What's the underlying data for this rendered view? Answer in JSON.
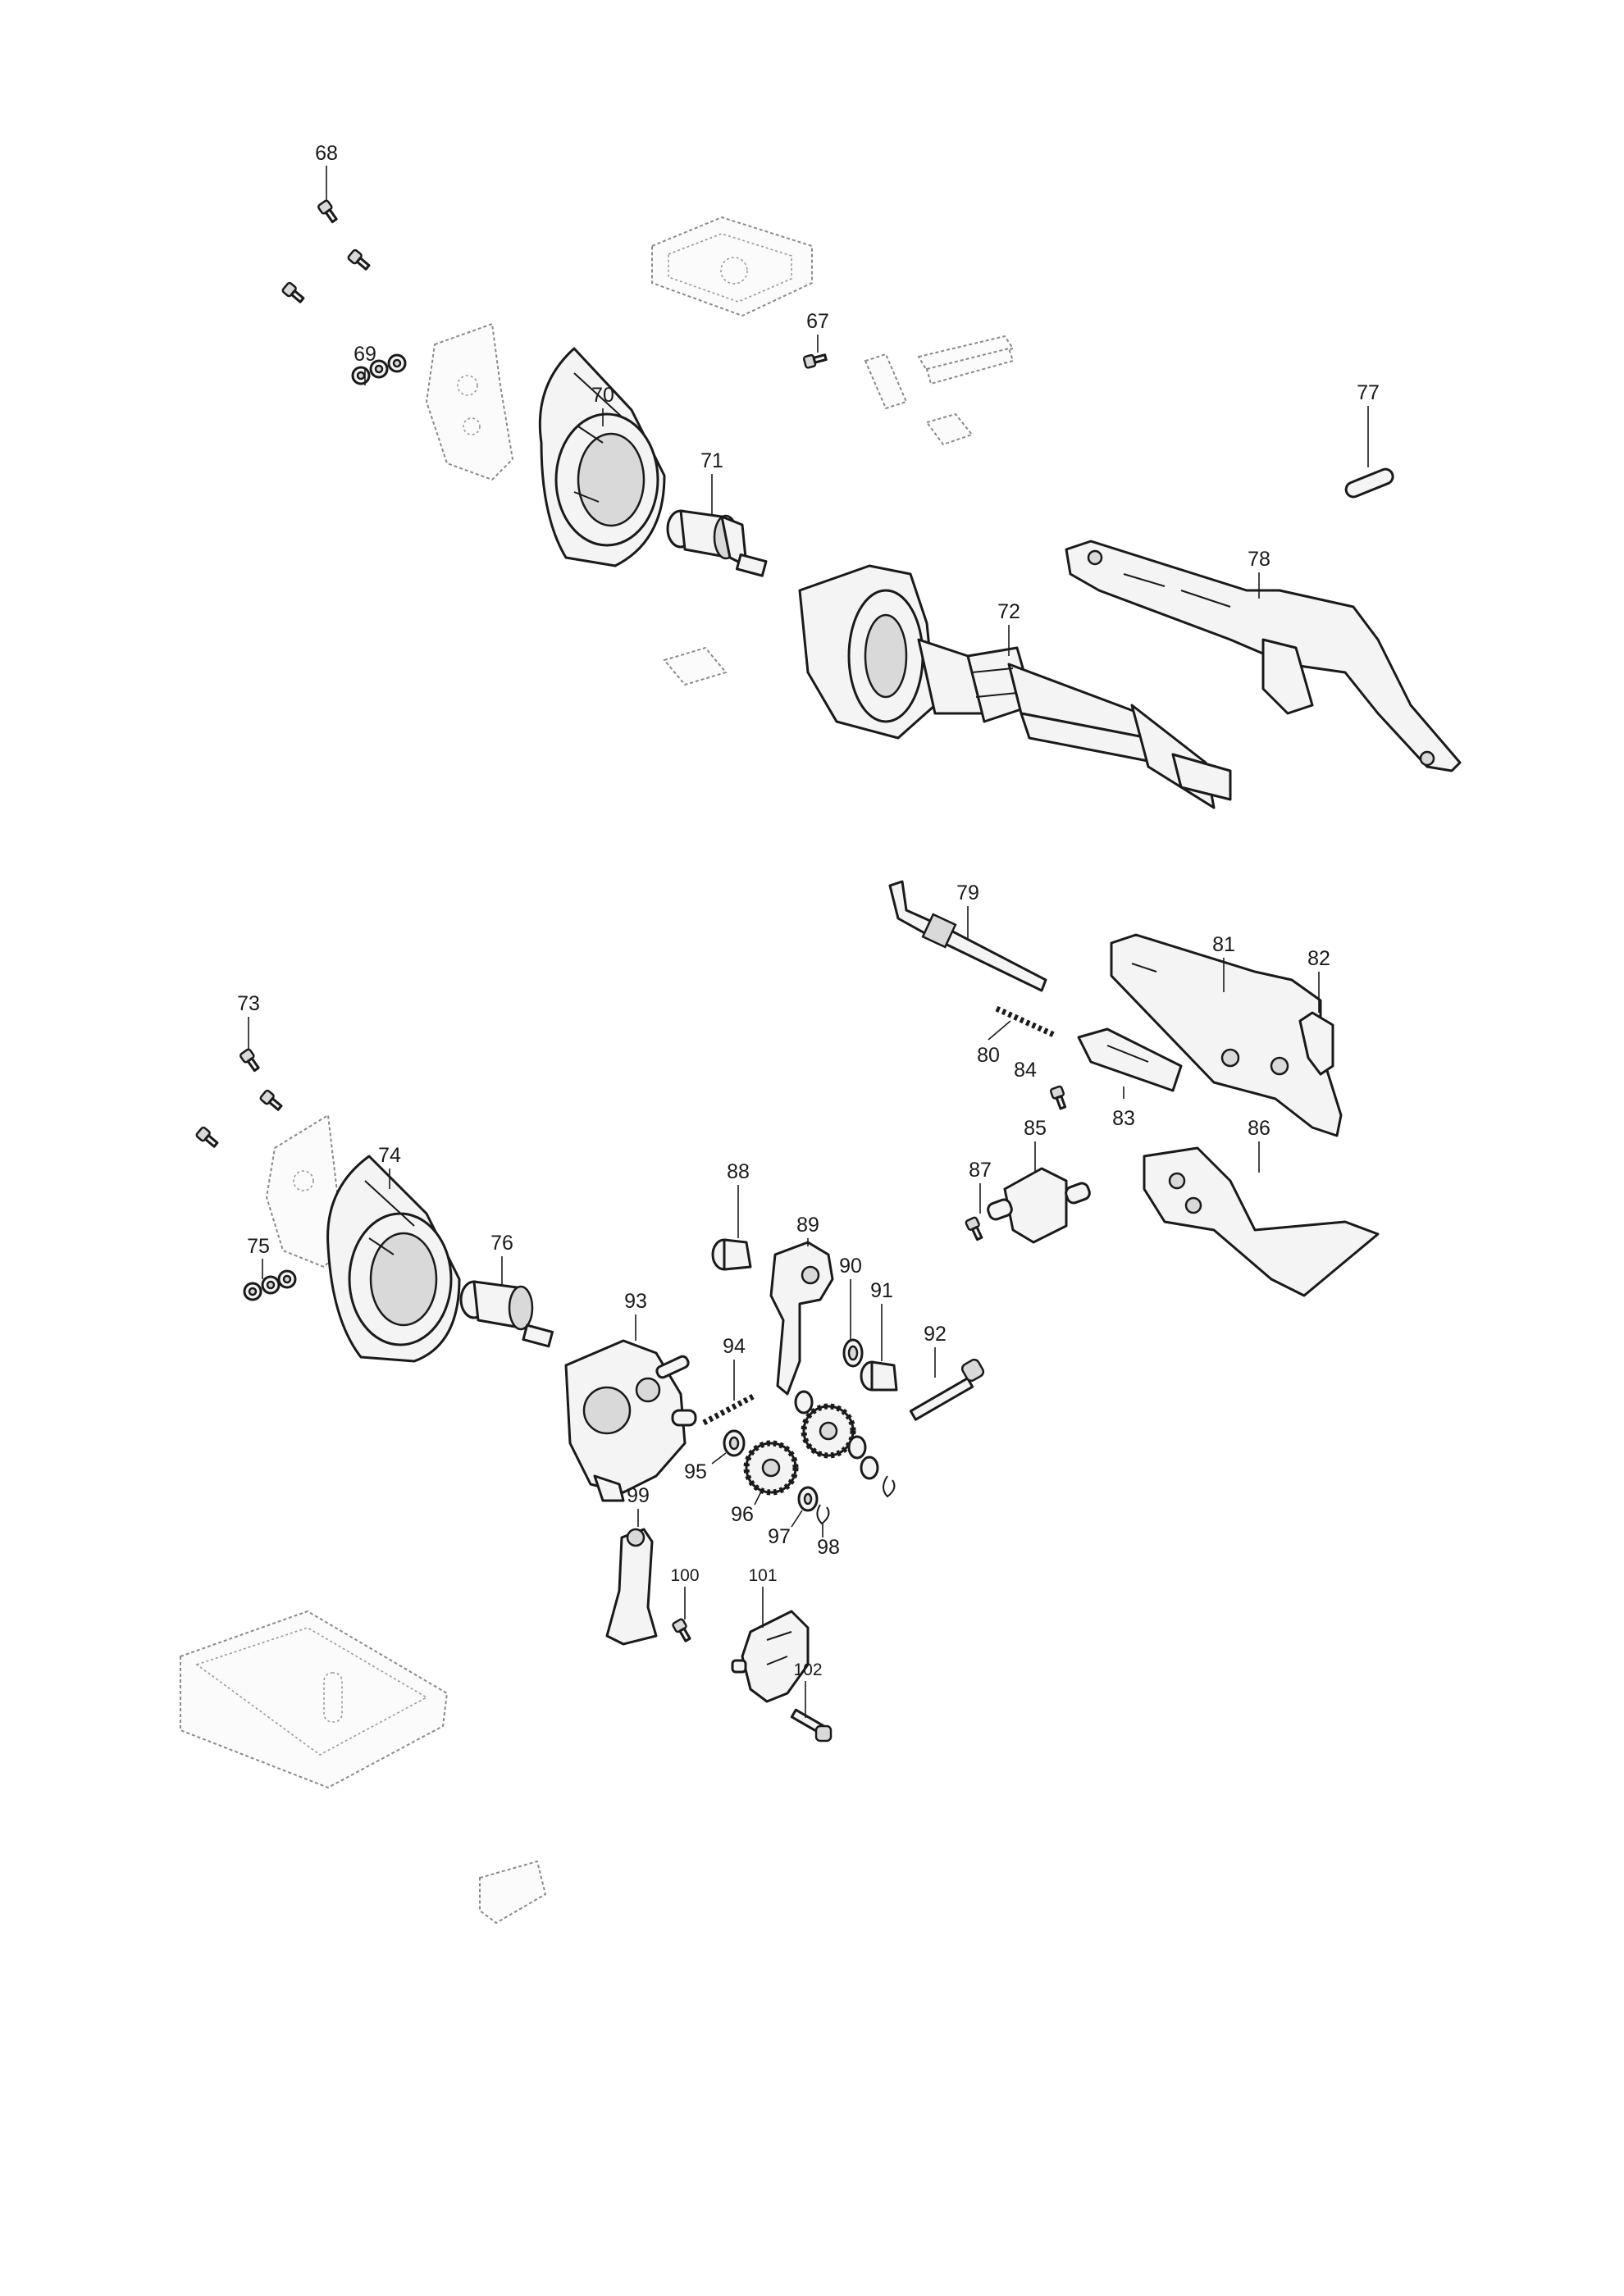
{
  "diagram": {
    "callouts": [
      {
        "id": "68",
        "label": "68"
      },
      {
        "id": "67",
        "label": "67"
      },
      {
        "id": "69",
        "label": "69"
      },
      {
        "id": "70",
        "label": "70"
      },
      {
        "id": "71",
        "label": "71"
      },
      {
        "id": "72",
        "label": "72"
      },
      {
        "id": "77",
        "label": "77"
      },
      {
        "id": "78",
        "label": "78"
      },
      {
        "id": "79",
        "label": "79"
      },
      {
        "id": "80",
        "label": "80"
      },
      {
        "id": "81",
        "label": "81"
      },
      {
        "id": "82",
        "label": "82"
      },
      {
        "id": "83",
        "label": "83"
      },
      {
        "id": "84",
        "label": "84"
      },
      {
        "id": "85",
        "label": "85"
      },
      {
        "id": "86",
        "label": "86"
      },
      {
        "id": "87",
        "label": "87"
      },
      {
        "id": "73",
        "label": "73"
      },
      {
        "id": "74",
        "label": "74"
      },
      {
        "id": "75",
        "label": "75"
      },
      {
        "id": "76",
        "label": "76"
      },
      {
        "id": "88",
        "label": "88"
      },
      {
        "id": "89",
        "label": "89"
      },
      {
        "id": "90",
        "label": "90"
      },
      {
        "id": "91",
        "label": "91"
      },
      {
        "id": "92",
        "label": "92"
      },
      {
        "id": "93",
        "label": "93"
      },
      {
        "id": "94",
        "label": "94"
      },
      {
        "id": "95",
        "label": "95"
      },
      {
        "id": "96",
        "label": "96"
      },
      {
        "id": "97",
        "label": "97"
      },
      {
        "id": "98",
        "label": "98"
      },
      {
        "id": "99",
        "label": "99"
      },
      {
        "id": "100",
        "label": "100"
      },
      {
        "id": "101",
        "label": "101"
      },
      {
        "id": "102",
        "label": "102"
      }
    ]
  }
}
